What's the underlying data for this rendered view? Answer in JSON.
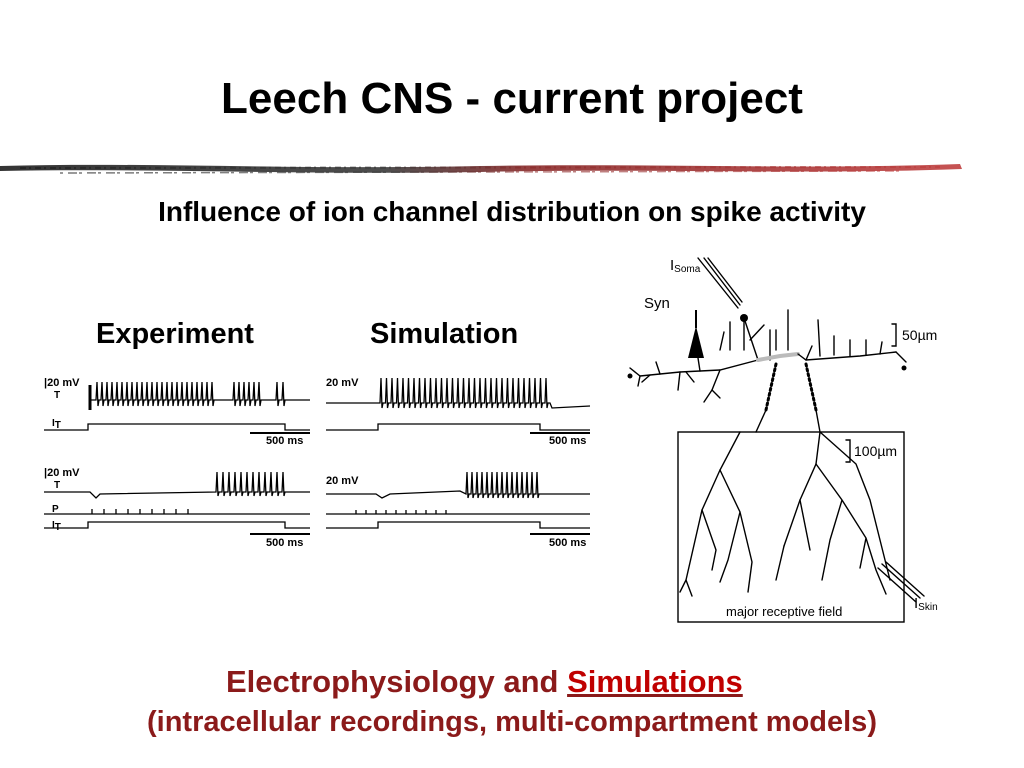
{
  "slide": {
    "title": "Leech CNS - current project",
    "subtitle": "Influence of ion channel distribution on spike activity",
    "columns": {
      "experiment": "Experiment",
      "simulation": "Simulation"
    },
    "footer": {
      "line1_plain": "Electrophysiology and",
      "line1_emphasis": "Simulations",
      "line2": "(intracellular recordings, multi-compartment models)"
    }
  },
  "traces": {
    "voltage_scale": "20 mV",
    "time_scale": "500 ms",
    "voltage_trace_label": "T",
    "current_trace_label": "I",
    "current_trace_subscript": "T",
    "pressure_trace_label": "P",
    "experiment_top_label": "|20 mV",
    "experiment_bottom_label": "|20 mV"
  },
  "neuron": {
    "soma_current": "I",
    "soma_current_subscript": "Soma",
    "synapse_label": "Syn",
    "scale_small": "50µm",
    "scale_large": "100µm",
    "field_label": "major receptive field",
    "skin_current": "I",
    "skin_current_subscript": "Skin"
  },
  "colors": {
    "title": "#000000",
    "footer": "#8b1a1a",
    "footer_emphasis": "#c00000",
    "divider_dark": "#2a2a2a",
    "divider_red": "#b03030",
    "dendrite_highlight": "#bbbbbb"
  }
}
